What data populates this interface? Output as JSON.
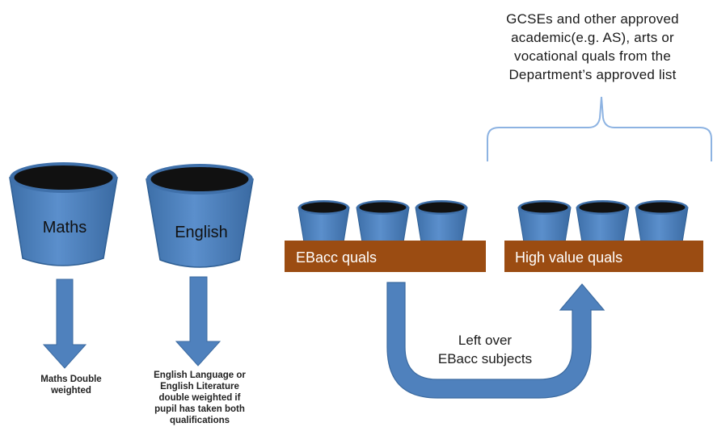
{
  "top_note": {
    "lines": [
      "GCSEs and other approved",
      "academic(e.g. AS), arts or",
      "vocational quals from the",
      "Department’s approved list"
    ]
  },
  "buckets": {
    "maths": "Maths",
    "english": "English"
  },
  "shelves": {
    "ebacc": "EBacc quals",
    "high_value": "High value quals"
  },
  "notes": {
    "maths": [
      "Maths Double",
      "weighted"
    ],
    "english": [
      "English  Language  or",
      "English  Literature",
      "double  weighted  if",
      "pupil has taken  both",
      "qualifications"
    ]
  },
  "leftover": {
    "lines": [
      "Left over",
      "EBacc subjects"
    ]
  },
  "colors": {
    "bucket_blue": "#4a7ebb",
    "bucket_top": "#111111",
    "shelf_brown": "#9b4c12",
    "arrow_blue": "#4f81bd",
    "brace": "#8db3e2"
  }
}
